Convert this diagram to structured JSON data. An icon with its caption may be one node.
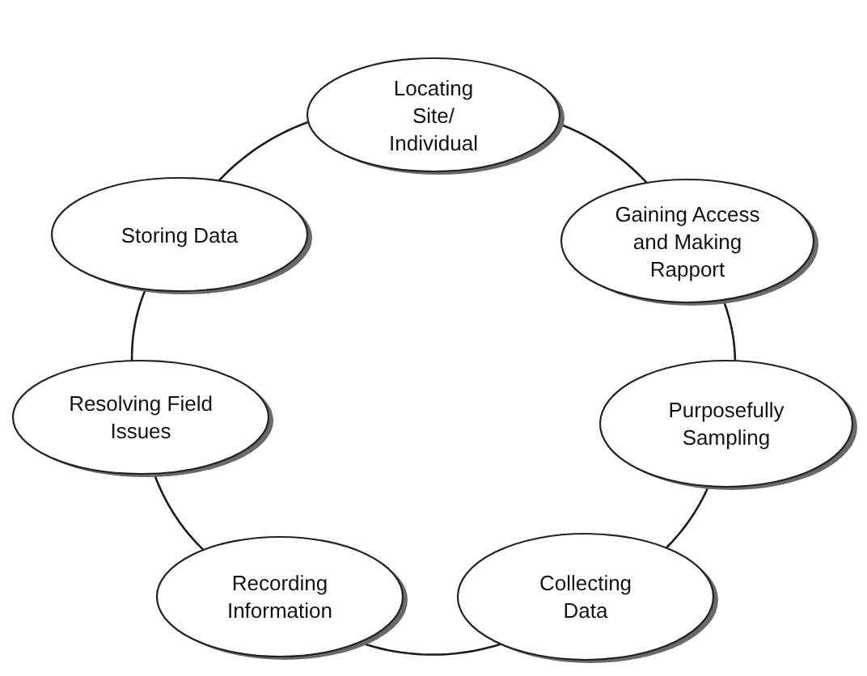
{
  "diagram": {
    "nodes": [
      {
        "text": [
          "Locating Site/ Individual"
        ]
      },
      {
        "text": [
          "Gaining Access and Making Rapport"
        ]
      },
      {
        "text": [
          "Purposefully Sampling"
        ]
      },
      {
        "text": [
          "Collecting Data"
        ]
      },
      {
        "text": [
          "Recording Information"
        ]
      },
      {
        "text": [
          "Resolving Field Issues"
        ]
      },
      {
        "text": [
          "Storing Data"
        ]
      }
    ],
    "edges": [
      {
        "from": 0,
        "to": 1,
        "arrow": "none"
      },
      {
        "from": 1,
        "to": 2,
        "arrow": "none"
      },
      {
        "from": 2,
        "to": 3,
        "arrow": "none"
      },
      {
        "from": 3,
        "to": 4,
        "arrow": "none"
      },
      {
        "from": 4,
        "to": 5,
        "arrow": "none"
      },
      {
        "from": 5,
        "to": 6,
        "arrow": "none"
      },
      {
        "from": 6,
        "to": 0,
        "arrow": "none"
      }
    ]
  }
}
